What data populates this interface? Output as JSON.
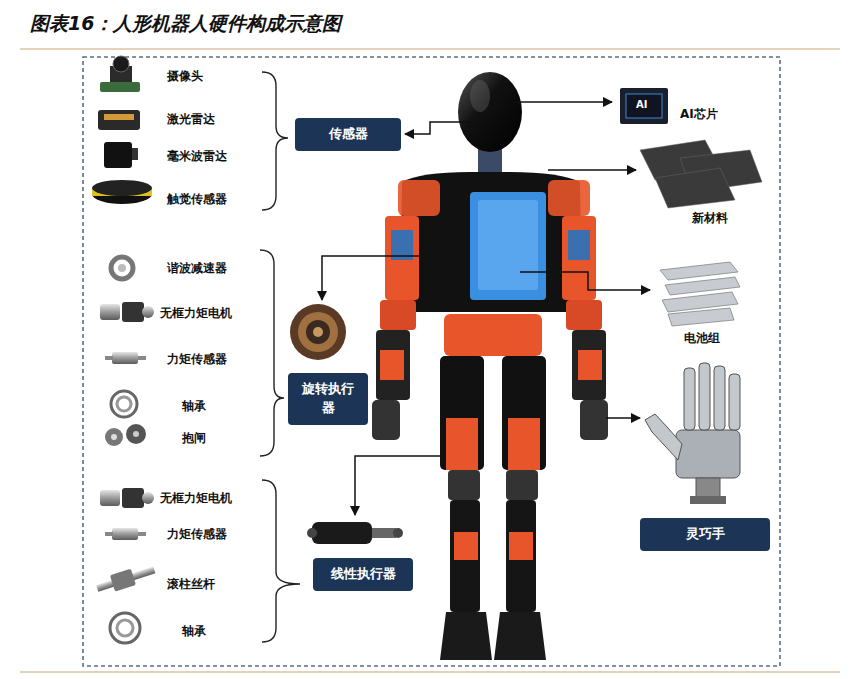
{
  "diagram": {
    "title": "图表16：人形机器人硬件构成示意图",
    "nodes": [
      {
        "text": [
          "传感器"
        ]
      },
      {
        "text": [
          "旋转执行器"
        ]
      },
      {
        "text": [
          "线性执行器"
        ]
      },
      {
        "text": [
          "灵巧手"
        ]
      }
    ],
    "labels": [
      "摄像头",
      "激光雷达",
      "毫米波雷达",
      "触觉传感器",
      "谐波减速器",
      "无框力矩电机",
      "力矩传感器",
      "轴承",
      "抱闸",
      "无框力矩电机",
      "力矩传感器",
      "滚柱丝杆",
      "轴承",
      "AI",
      "AI芯片",
      "新材料",
      "电池组"
    ]
  }
}
